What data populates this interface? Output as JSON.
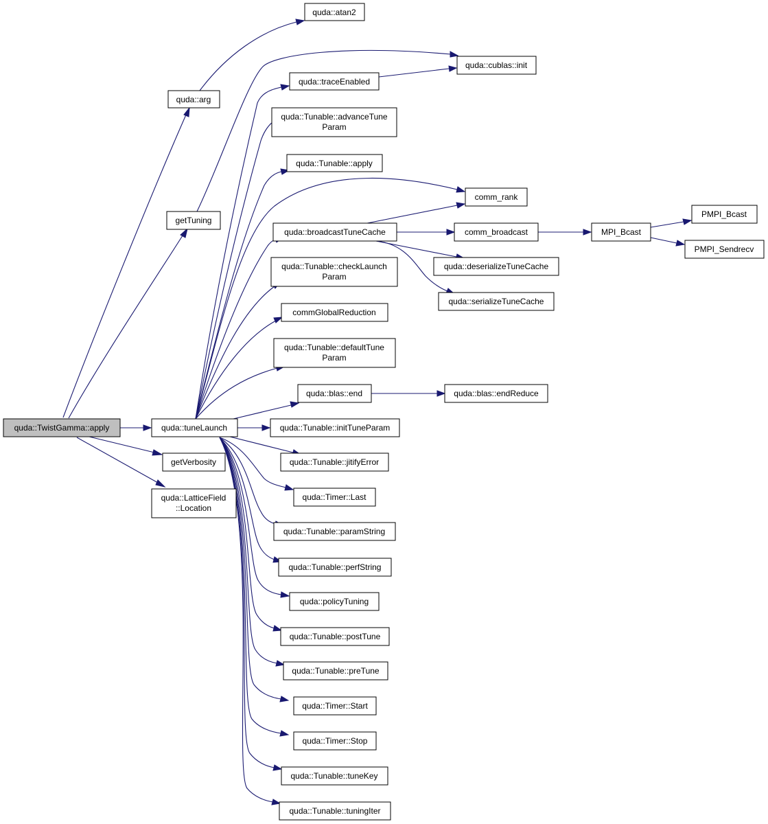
{
  "nodes": {
    "twist_apply": [
      "quda::TwistGamma::apply"
    ],
    "atan2": [
      "quda::atan2"
    ],
    "arg": [
      "quda::arg"
    ],
    "cublas_init": [
      "quda::cublas::init"
    ],
    "trace_enabled": [
      "quda::traceEnabled"
    ],
    "advance_tune": [
      "quda::Tunable::advanceTune",
      "Param"
    ],
    "tunable_apply": [
      "quda::Tunable::apply"
    ],
    "comm_rank": [
      "comm_rank"
    ],
    "get_tuning": [
      "getTuning"
    ],
    "broadcast_tc": [
      "quda::broadcastTuneCache"
    ],
    "comm_broadcast": [
      "comm_broadcast"
    ],
    "mpi_bcast": [
      "MPI_Bcast"
    ],
    "pmpi_bcast": [
      "PMPI_Bcast"
    ],
    "pmpi_sendrecv": [
      "PMPI_Sendrecv"
    ],
    "deserialize_tc": [
      "quda::deserializeTuneCache"
    ],
    "serialize_tc": [
      "quda::serializeTuneCache"
    ],
    "check_launch": [
      "quda::Tunable::checkLaunch",
      "Param"
    ],
    "comm_global_red": [
      "commGlobalReduction"
    ],
    "default_tune": [
      "quda::Tunable::defaultTune",
      "Param"
    ],
    "blas_end": [
      "quda::blas::end"
    ],
    "blas_end_reduce": [
      "quda::blas::endReduce"
    ],
    "tune_launch": [
      "quda::tuneLaunch"
    ],
    "init_tune": [
      "quda::Tunable::initTuneParam"
    ],
    "get_verbosity": [
      "getVerbosity"
    ],
    "jitify_error": [
      "quda::Tunable::jitifyError"
    ],
    "lattice_loc": [
      "quda::LatticeField",
      "::Location"
    ],
    "timer_last": [
      "quda::Timer::Last"
    ],
    "param_string": [
      "quda::Tunable::paramString"
    ],
    "perf_string": [
      "quda::Tunable::perfString"
    ],
    "policy_tuning": [
      "quda::policyTuning"
    ],
    "post_tune": [
      "quda::Tunable::postTune"
    ],
    "pre_tune": [
      "quda::Tunable::preTune"
    ],
    "timer_start": [
      "quda::Timer::Start"
    ],
    "timer_stop": [
      "quda::Timer::Stop"
    ],
    "tune_key": [
      "quda::Tunable::tuneKey"
    ],
    "tuning_iter": [
      "quda::Tunable::tuningIter"
    ]
  },
  "colors": {
    "edge": "#191970",
    "root_fill": "#bfbfbf",
    "node_fill": "#ffffff",
    "node_border": "#000000"
  }
}
